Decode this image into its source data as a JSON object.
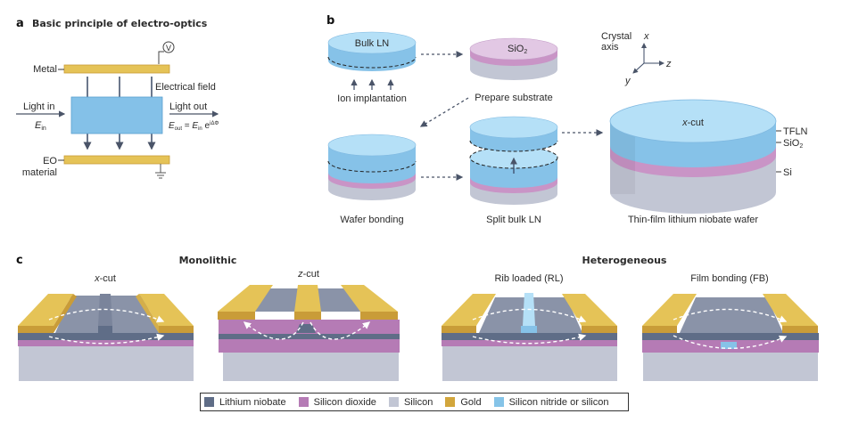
{
  "panel_a": {
    "letter": "a",
    "title": "Basic principle of electro-optics",
    "voltage_symbol": "V",
    "metal_label": "Metal",
    "field_label": "Electrical field",
    "light_in": "Light in",
    "e_in": "E",
    "e_in_sub": "in",
    "light_out": "Light out",
    "e_out": "E",
    "e_out_sub": "out",
    "equals": " = ",
    "e_in2": "E",
    "e_in2_sub": "in",
    "exp_base": " e",
    "exp_sup": "iΔΦ",
    "eo_label_1": "EO",
    "eo_label_2": "material"
  },
  "panel_b": {
    "letter": "b",
    "bulk_ln": "Bulk LN",
    "ion_implantation": "Ion implantation",
    "sio2": "SiO",
    "sio2_sub": "2",
    "prepare_substrate": "Prepare substrate",
    "wafer_bonding": "Wafer bonding",
    "split_bulk_ln": "Split bulk LN",
    "crystal_axis_1": "Crystal",
    "crystal_axis_2": "axis",
    "axis_x": "x",
    "axis_y": "y",
    "axis_z": "z",
    "xcut": "x-cut",
    "layer_tfln": "TFLN",
    "layer_sio2": "SiO",
    "layer_sio2_sub": "2",
    "layer_si": "Si",
    "tfln_wafer": "Thin-film lithium niobate wafer"
  },
  "panel_c": {
    "letter": "c",
    "monolithic": "Monolithic",
    "heterogeneous": "Heterogeneous",
    "xcut": "x-cut",
    "zcut": "z-cut",
    "rib_loaded": "Rib loaded (RL)",
    "film_bonding": "Film bonding (FB)"
  },
  "legend": [
    {
      "label": "Lithium niobate",
      "color": "#5f6d87"
    },
    {
      "label": "Silicon dioxide",
      "color": "#b57bb5"
    },
    {
      "label": "Silicon",
      "color": "#c2c6d4"
    },
    {
      "label": "Gold",
      "color": "#d2a63c"
    },
    {
      "label": "Silicon nitride or silicon",
      "color": "#86c4e8"
    }
  ],
  "colors": {
    "gold": "#e5c357",
    "gold_dark": "#c99c38",
    "ln_top": "#8a93a8",
    "ln": "#5f6d87",
    "sio2": "#b57bb5",
    "si": "#c2c6d4",
    "eo_box": "#84c1e8",
    "wafer_top": "#b5e0f7",
    "wafer_side": "#86c2e8"
  }
}
